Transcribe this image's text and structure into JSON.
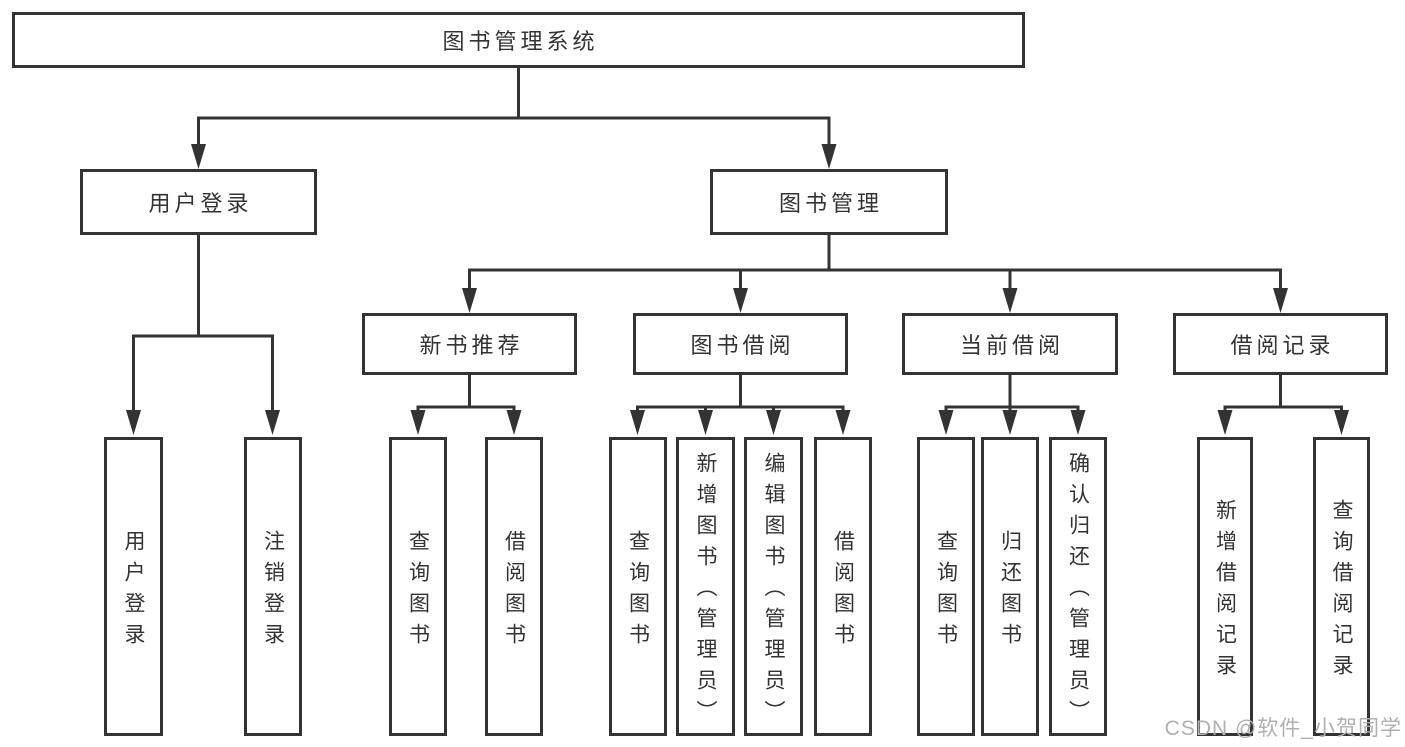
{
  "diagram_title": "图书管理系统",
  "watermark": "CSDN @软件_小贺同学",
  "colors": {
    "line": "#333333",
    "text": "#333333",
    "box_background": "#ffffff",
    "watermark": "#b0b0b0"
  },
  "tree": {
    "label": "图书管理系统",
    "children": [
      {
        "label": "用户登录",
        "children": [
          {
            "label": "用户登录"
          },
          {
            "label": "注销登录"
          }
        ]
      },
      {
        "label": "图书管理",
        "children": [
          {
            "label": "新书推荐",
            "children": [
              {
                "label": "查询图书"
              },
              {
                "label": "借阅图书"
              }
            ]
          },
          {
            "label": "图书借阅",
            "children": [
              {
                "label": "查询图书"
              },
              {
                "label": "新增图书（管理员）"
              },
              {
                "label": "编辑图书（管理员）"
              },
              {
                "label": "借阅图书"
              }
            ]
          },
          {
            "label": "当前借阅",
            "children": [
              {
                "label": "查询图书"
              },
              {
                "label": "归还图书"
              },
              {
                "label": "确认归还（管理员）"
              }
            ]
          },
          {
            "label": "借阅记录",
            "children": [
              {
                "label": "新增借阅记录"
              },
              {
                "label": "查询借阅记录"
              }
            ]
          }
        ]
      }
    ]
  }
}
